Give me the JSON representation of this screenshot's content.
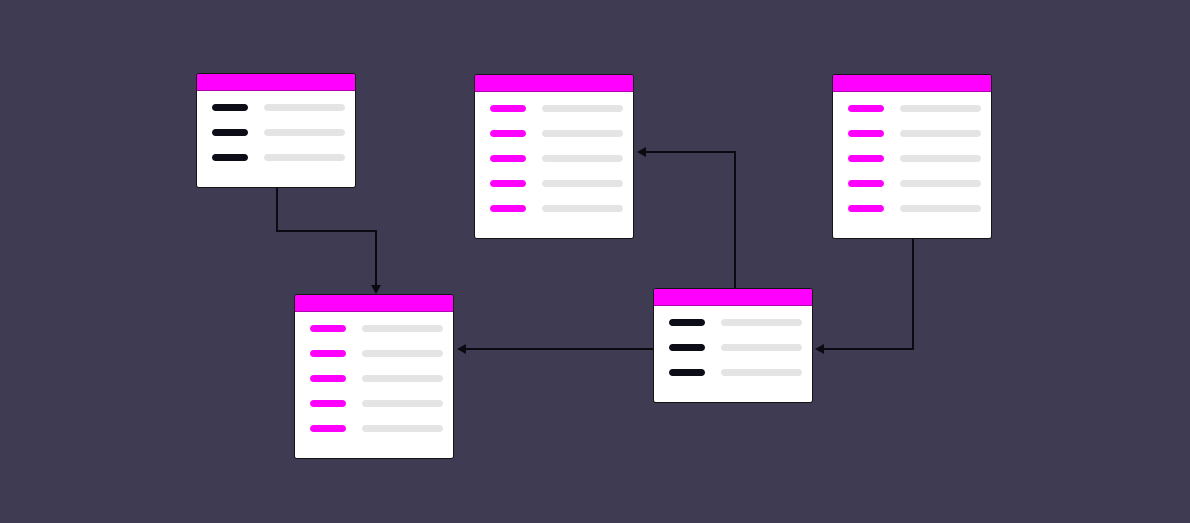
{
  "colors": {
    "background": "#3e3b52",
    "header": "#ff00ff",
    "key_accent": "#ff00ff",
    "key_dark": "#0d0d18",
    "value_bar": "#e4e4e4",
    "connector": "#0a0a12"
  },
  "diagram": {
    "tables": [
      {
        "id": "table-a",
        "style": "dark",
        "fields": 3
      },
      {
        "id": "table-b",
        "style": "accent",
        "fields": 5
      },
      {
        "id": "table-c",
        "style": "accent",
        "fields": 5
      },
      {
        "id": "table-d",
        "style": "accent",
        "fields": 5
      },
      {
        "id": "table-e",
        "style": "dark",
        "fields": 3
      }
    ],
    "relations": [
      {
        "from": "table-a",
        "to": "table-d"
      },
      {
        "from": "table-e",
        "to": "table-d"
      },
      {
        "from": "table-e",
        "to": "table-b"
      },
      {
        "from": "table-c",
        "to": "table-e"
      }
    ]
  }
}
